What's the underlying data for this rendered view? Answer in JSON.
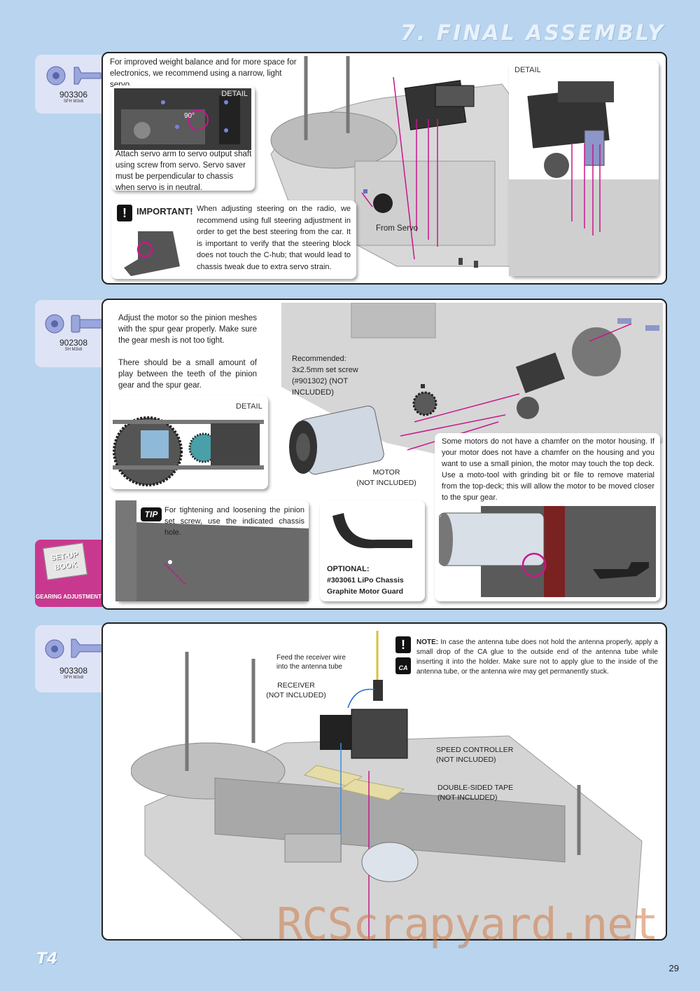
{
  "header": {
    "title": "7. FINAL ASSEMBLY"
  },
  "parts": [
    {
      "code": "903306",
      "desc": "SFH M3x6"
    },
    {
      "code": "902308",
      "desc": "SH M3x8"
    },
    {
      "code": "903308",
      "desc": "SFH M3x8"
    }
  ],
  "step1": {
    "intro": "For improved weight balance and for more space for electronics, we recommend using a narrow, light servo.",
    "detail_label": "DETAIL",
    "detail_label_right": "DETAIL",
    "angle": "90°",
    "servo_text": "Attach servo arm to servo output shaft using screw from servo. Servo saver must be perpendicular to chassis when servo is in neutral.",
    "important_title": "IMPORTANT!",
    "important_text": "When adjusting steering on the radio, we recommend using full steering adjustment in order to get the best steering from the car. It is important to verify that the steering block does not touch the C-hub; that would lead to chassis tweak due to extra servo strain.",
    "from_servo": "From Servo"
  },
  "step2": {
    "motor_text_1": "Adjust the motor so the pinion meshes with the spur gear properly. Make sure the gear mesh is not too tight.",
    "motor_text_2": "There should be a small amount of play between the teeth of the pinion gear and the spur gear.",
    "detail_label": "DETAIL",
    "setscrew_label": "Recommended: 3x2.5mm set screw (#901302) (NOT INCLUDED)",
    "motor_label": "MOTOR",
    "motor_note": "(NOT INCLUDED)",
    "chamfer_text": "Some motors do not have a chamfer on the motor housing. If your motor does not have a chamfer on the housing and you want to use a small pinion, the motor may touch the top deck. Use a moto-tool with grinding bit or file to remove material from the top-deck; this will allow the motor to be moved closer to the spur gear.",
    "tip_label": "TIP",
    "tip_text": "For tightening and loosening the pinion set screw, use the indicated chassis hole.",
    "optional_label": "OPTIONAL",
    "optional_text": "#303061 LiPo Chassis Graphite Motor Guard",
    "setup_book": "SET-UP BOOK",
    "setup_link": "GEARING ADJUSTMENT"
  },
  "step3": {
    "note_label": "NOTE:",
    "note_text": "In case the antenna tube does not hold the antenna properly, apply a small drop of the CA glue to the outside end of the antenna tube while inserting it into the holder. Make sure not to apply glue to the inside of the antenna tube, or the antenna wire may get permanently stuck.",
    "ca_label": "CA",
    "feed_label": "Feed the receiver wire into the antenna tube",
    "receiver_label": "RECEIVER",
    "receiver_note": "(NOT INCLUDED)",
    "esc_label": "SPEED CONTROLLER",
    "esc_note": "(NOT INCLUDED)",
    "tape_label": "DOUBLE-SIDED TAPE",
    "tape_note": "(NOT INCLUDED)"
  },
  "footer": {
    "model": "T4",
    "page": "29",
    "watermark": "RCScrapyard.net"
  },
  "colors": {
    "background": "#b8d4ee",
    "accent_magenta": "#c9388f",
    "panel_border": "#222222",
    "part_pad": "#dfe3f6"
  }
}
